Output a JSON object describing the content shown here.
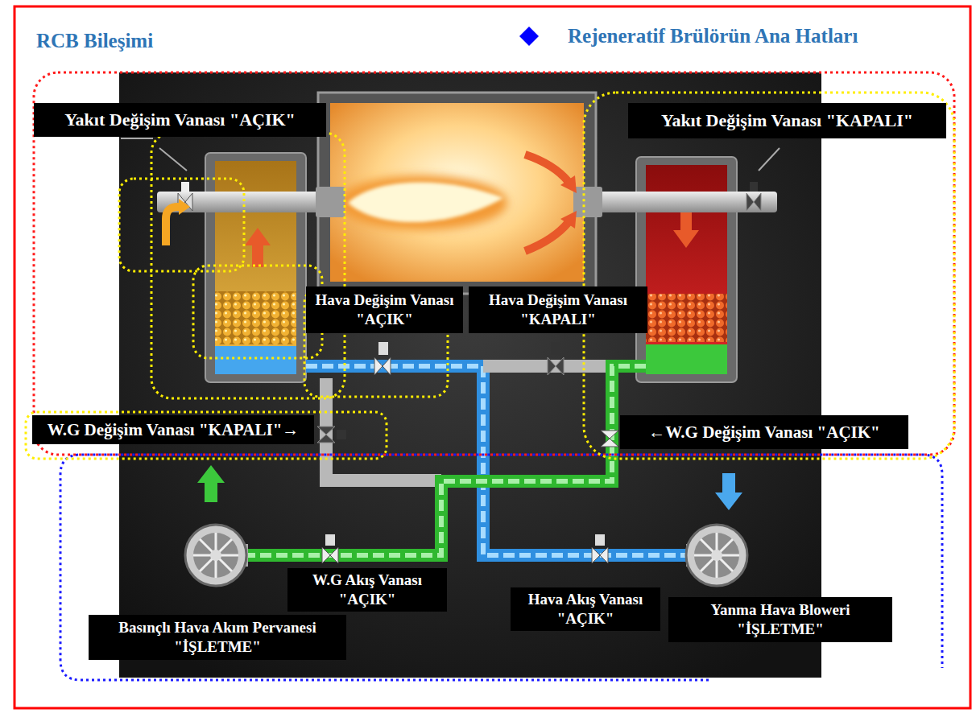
{
  "diagram": {
    "title": "RCB Bileşimi",
    "nodes": [
      {
        "text": [
          "Yakıt Değişim Vanası \"AÇIK\""
        ]
      },
      {
        "text": [
          "Yakıt Değişim Vanası \"KAPALI\""
        ]
      },
      {
        "text": [
          "Hava Değişim Vanası \"AÇIK\""
        ]
      },
      {
        "text": [
          "Hava Değişim Vanası \"KAPALI\""
        ]
      },
      {
        "text": [
          "W.G Değişim Vanası \"KAPALI\"→"
        ]
      },
      {
        "text": [
          "←W.G Değişim Vanası \"AÇIK\""
        ]
      },
      {
        "text": [
          "W.G Akış Vanası \"AÇIK\""
        ]
      },
      {
        "text": [
          "Hava Akış Vanası \"AÇIK\""
        ]
      },
      {
        "text": [
          "Basınçlı Hava Akım Pervanesi \"İŞLETME\""
        ]
      },
      {
        "text": [
          "Yanma Hava Bloweri \"İŞLETME\""
        ]
      }
    ],
    "labels": [
      "Rejeneratif Brülörün Ana Hatları"
    ]
  }
}
